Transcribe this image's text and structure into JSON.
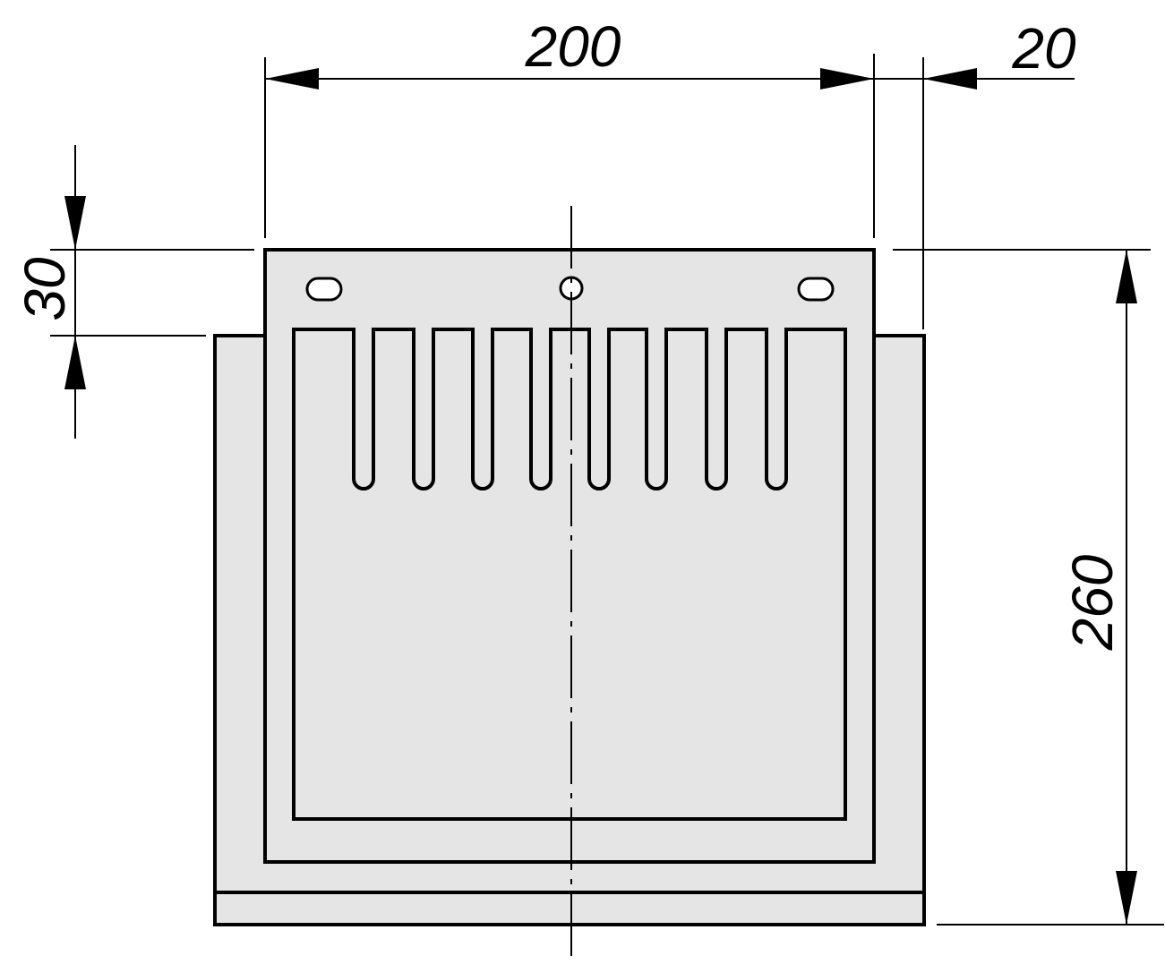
{
  "dimensions": {
    "width_main": "200",
    "width_offset": "20",
    "height_top": "30",
    "height_total": "260"
  },
  "colors": {
    "line": "#000000",
    "fill": "#e5e5e5",
    "background": "#ffffff"
  }
}
